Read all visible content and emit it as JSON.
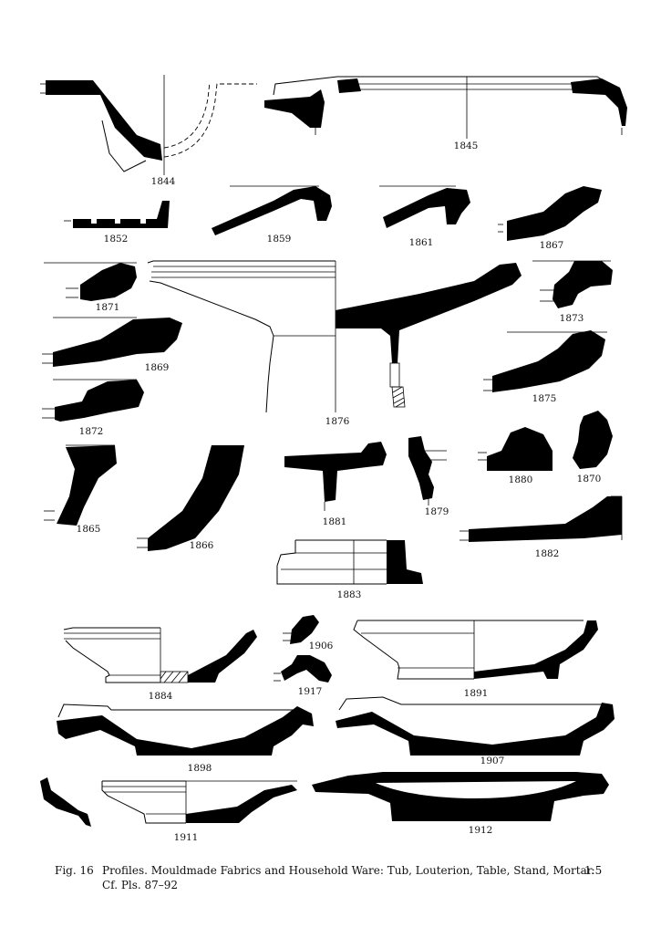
{
  "figure": {
    "caption_number": "Fig. 16",
    "caption_text": "Profiles. Mouldmade Fabrics and Household Ware: Tub, Louterion, Table, Stand, Mortar.",
    "scale": "1:5",
    "cross_reference": "Cf. Pls. 87–92"
  },
  "profiles": [
    {
      "id": "1844"
    },
    {
      "id": "1845"
    },
    {
      "id": "1852"
    },
    {
      "id": "1859"
    },
    {
      "id": "1861"
    },
    {
      "id": "1867"
    },
    {
      "id": "1871"
    },
    {
      "id": "1873"
    },
    {
      "id": "1869"
    },
    {
      "id": "1872"
    },
    {
      "id": "1876"
    },
    {
      "id": "1875"
    },
    {
      "id": "1865"
    },
    {
      "id": "1866"
    },
    {
      "id": "1881"
    },
    {
      "id": "1879"
    },
    {
      "id": "1880"
    },
    {
      "id": "1870"
    },
    {
      "id": "1882"
    },
    {
      "id": "1883"
    },
    {
      "id": "1906"
    },
    {
      "id": "1884"
    },
    {
      "id": "1917"
    },
    {
      "id": "1891"
    },
    {
      "id": "1898"
    },
    {
      "id": "1907"
    },
    {
      "id": "1911"
    },
    {
      "id": "1912"
    }
  ]
}
